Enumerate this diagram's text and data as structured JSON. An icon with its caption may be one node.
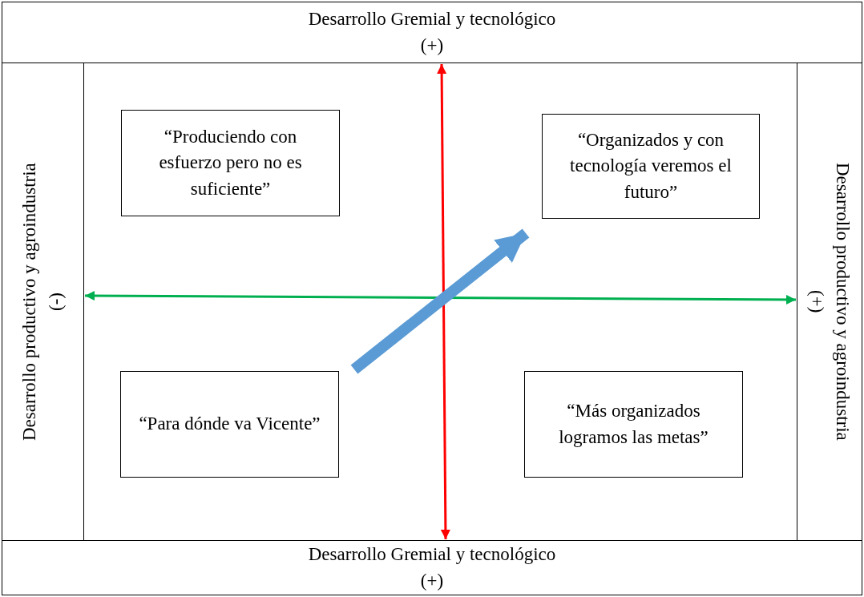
{
  "diagram": {
    "nodes": [
      {
        "text": [
          "Desarrollo Gremial y tecnológico",
          "(+)"
        ]
      },
      {
        "text": [
          "Desarrollo productivo y agroindustria",
          "(-)"
        ]
      },
      {
        "text": [
          "“Produciendo con esfuerzo pero no es suficiente”"
        ]
      },
      {
        "text": [
          "“Organizados y con tecnología veremos el futuro”"
        ]
      },
      {
        "text": [
          "Desarrollo productivo y agroindustria",
          "(+)"
        ]
      },
      {
        "text": [
          "“Para dónde va Vicente”"
        ]
      },
      {
        "text": [
          "“Más organizados logramos las metas”"
        ]
      },
      {
        "text": [
          "Desarrollo Gremial y tecnológico",
          "(+)"
        ]
      }
    ],
    "edges": [
      {
        "from": 0,
        "to": 7,
        "arrow": "both",
        "color": "#ff0000"
      },
      {
        "from": 1,
        "to": 4,
        "arrow": "both",
        "color": "#00b050"
      },
      {
        "from": 5,
        "to": 3,
        "arrow": "to",
        "style": "thick",
        "color": "#5b9bd5"
      }
    ]
  }
}
